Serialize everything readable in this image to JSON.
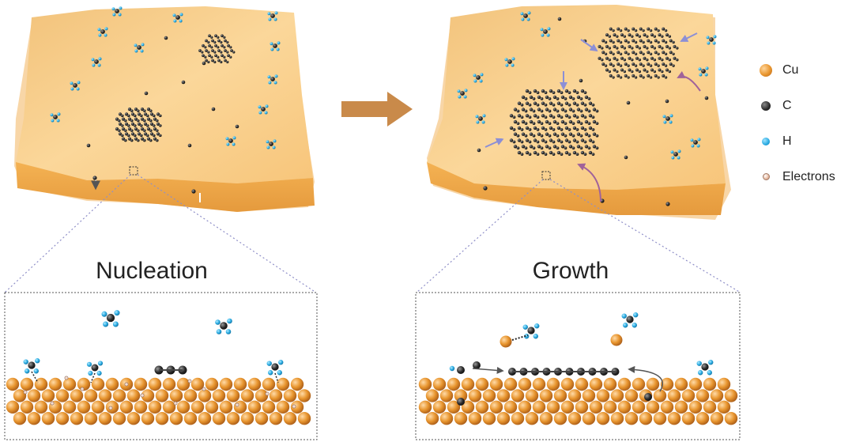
{
  "labels": {
    "nucleation": "Nucleation",
    "growth": "Growth"
  },
  "legend": [
    {
      "label": "Cu",
      "icon": "cu-atom-icon"
    },
    {
      "label": "C",
      "icon": "carbon-atom-icon"
    },
    {
      "label": "H",
      "icon": "hydrogen-atom-icon"
    },
    {
      "label": "Electrons",
      "icon": "electron-icon"
    }
  ],
  "colors": {
    "copper": "#e8952e",
    "carbon": "#2a2a2a",
    "hydrogen": "#27a9e1",
    "arrow": "#c98a4a",
    "dotted": "#7a7ab8"
  }
}
